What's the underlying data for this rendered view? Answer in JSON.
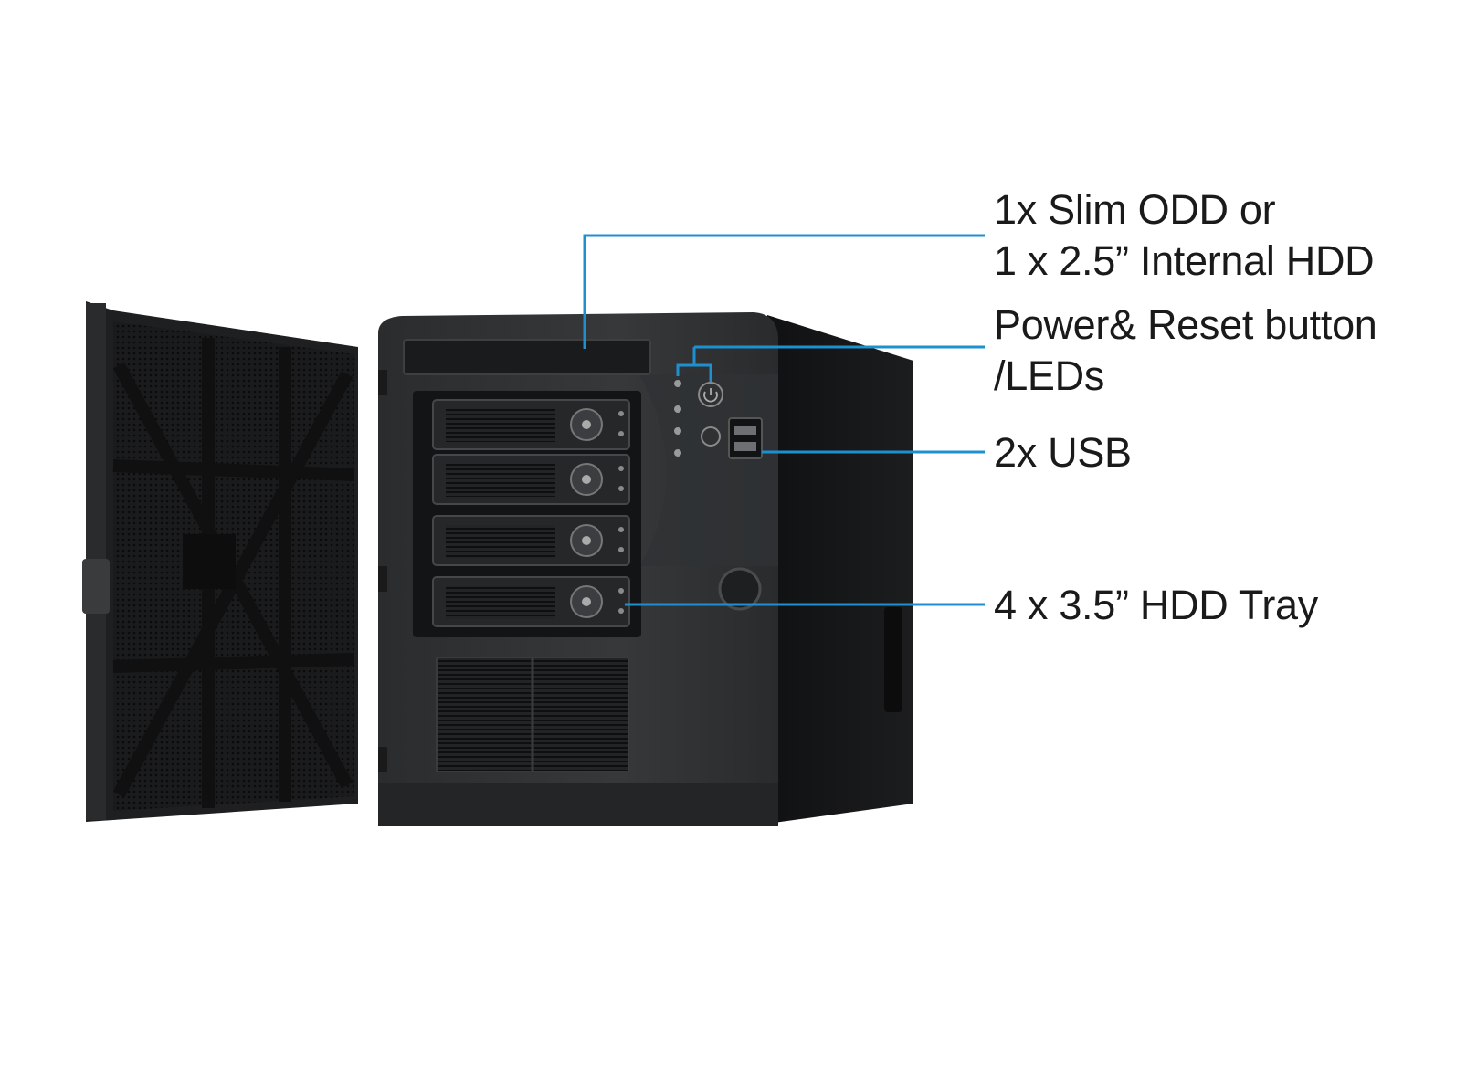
{
  "callouts": [
    {
      "id": "odd",
      "lines": [
        "1x Slim ODD or",
        "1 x 2.5” Internal HDD"
      ]
    },
    {
      "id": "power",
      "lines": [
        "Power& Reset button",
        "/LEDs"
      ]
    },
    {
      "id": "usb",
      "lines": [
        "2x USB"
      ]
    },
    {
      "id": "hdd",
      "lines": [
        "4 x 3.5” HDD Tray"
      ]
    }
  ],
  "colors": {
    "leader_line": "#1e8fcf",
    "chassis": "#2b2d2f",
    "chassis_dark": "#161718",
    "text": "#1a1a1a"
  },
  "icons": [
    "power-icon",
    "reset-icon",
    "usb-port-icon",
    "tray-lock-icon",
    "door-lock-icon"
  ]
}
